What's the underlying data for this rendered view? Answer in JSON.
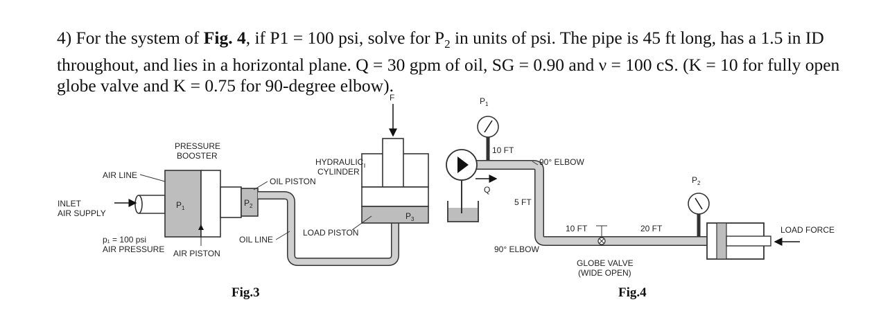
{
  "problem": {
    "number": "4)",
    "intro": "For the system of",
    "fig_ref": "Fig. 4",
    "after_ref": ", if P1 = 100 psi, solve for P",
    "p2_sub": "2",
    "rest": " in units of psi. The pipe is 45 ft long, has a 1.5 in ID throughout, and lies in a horizontal plane. Q = 30 gpm of oil, SG = 0.90 and ν = 100 cS. (K = 10 for fully open globe valve and K = 0.75 for 90-degree elbow)."
  },
  "fig3": {
    "caption": "Fig.3",
    "pressure_booster": [
      "PRESSURE",
      "BOOSTER"
    ],
    "hydraulic_cylinder": [
      "HYDRAULIC",
      "CYLINDER"
    ],
    "air_line": "AIR LINE",
    "oil_piston": "OIL PISTON",
    "inlet": [
      "INLET",
      "AIR SUPPLY"
    ],
    "p1_air": [
      "p₁ = 100 psi",
      "AIR PRESSURE"
    ],
    "air_piston": "AIR PISTON",
    "oil_line": "OIL LINE",
    "load_piston": "LOAD PISTON",
    "force": "F",
    "p1": "P",
    "p1_sub": "1",
    "p2": "P",
    "p2_sub": "2",
    "p3": "P",
    "p3_sub": "3"
  },
  "fig4": {
    "caption": "Fig.4",
    "p1": "P",
    "p1_sub": "1",
    "p2": "P",
    "p2_sub": "2",
    "len_10ft_a": "10 FT",
    "elbow_top": "90° ELBOW",
    "q": "Q",
    "len_5ft": "5 FT",
    "len_10ft_b": "10 FT",
    "len_20ft": "20 FT",
    "elbow_bottom": "90° ELBOW",
    "globe_valve": [
      "GLOBE VALVE",
      "(WIDE OPEN)"
    ],
    "load_force": "LOAD FORCE"
  }
}
